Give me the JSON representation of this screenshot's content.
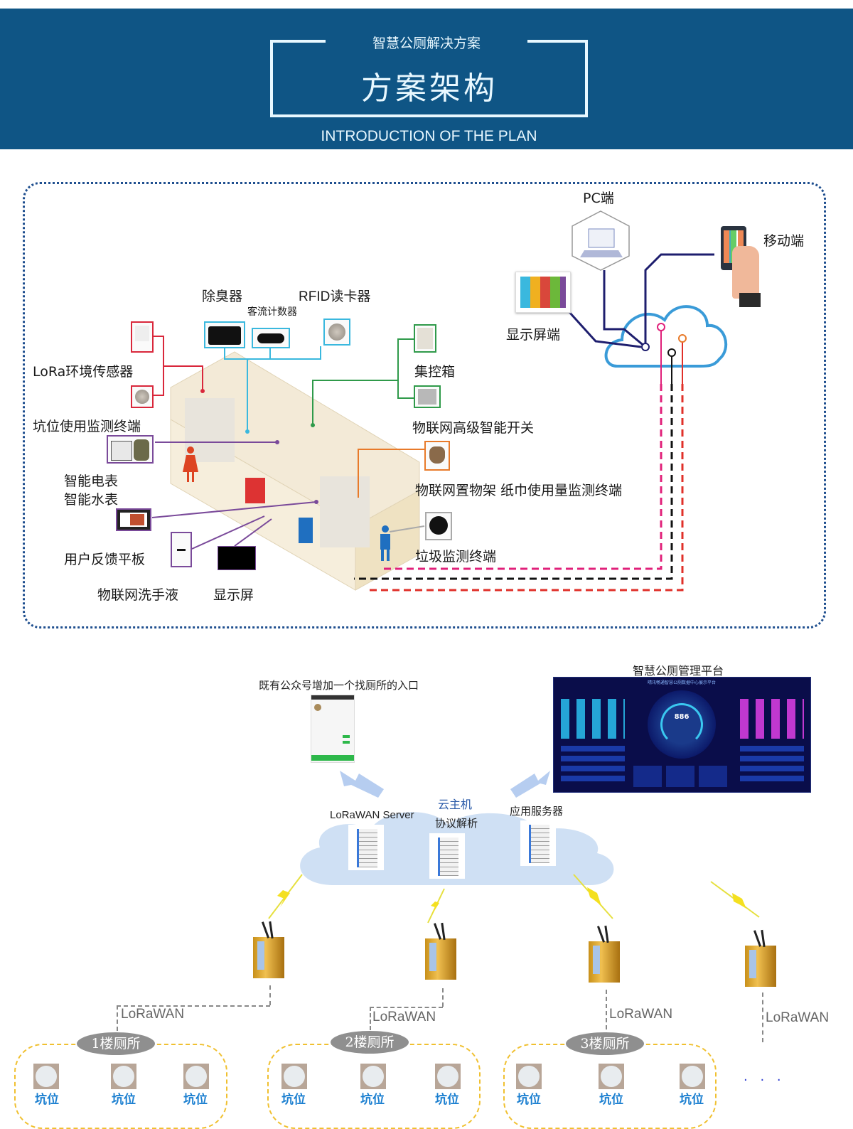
{
  "header": {
    "subtitle": "智慧公厕解决方案",
    "title": "方案架构",
    "english_title": "INTRODUCTION OF THE PLAN",
    "background_color": "#0f5585"
  },
  "architecture": {
    "clients": {
      "pc": "PC端",
      "mobile": "移动端",
      "display": "显示屏端"
    },
    "devices": {
      "deodorizer": "除臭器",
      "rfid_reader": "RFID读卡器",
      "people_counter": "客流计数器",
      "lora_env_sensor": "LoRa环境传感器",
      "seat_monitor": "坑位使用监测终端",
      "control_box": "集控箱",
      "smart_switch": "物联网高级智能开关",
      "smart_meters": [
        "智能电表",
        "智能水表"
      ],
      "shelf_tissue": "物联网置物架 纸巾使用量监测终端",
      "trash_monitor": "垃圾监测终端",
      "feedback_tablet": "用户反馈平板",
      "soap_dispenser": "物联网洗手液",
      "display_screen": "显示屏"
    },
    "line_colors": {
      "lora_env": "#d9273b",
      "counter_group": "#3ab8de",
      "control_group": "#2f9a4a",
      "meters_group": "#7a4a9a",
      "shelf": "#e87a2a",
      "cloud": "#3a9bd8",
      "client_links": "#1e1e6e",
      "dashed_pink": "#e0207a",
      "dashed_black": "#111111",
      "dashed_red": "#e0302a"
    }
  },
  "network": {
    "wechat_entry": "既有公众号增加一个找厕所的入口",
    "platform_title": "智慧公厕管理平台",
    "platform_screen_heading": "晴讯畅通智慧公厕数据中心展示平台",
    "platform_center_value": "886",
    "cloud": {
      "title": "云主机",
      "lorawan_server": "LoRaWAN Server",
      "protocol_parsing": "协议解析",
      "app_server": "应用服务器"
    },
    "link_label": "LoRaWAN",
    "floors": [
      {
        "name": "1楼厕所",
        "seats": [
          "坑位",
          "坑位",
          "坑位"
        ]
      },
      {
        "name": "2楼厕所",
        "seats": [
          "坑位",
          "坑位",
          "坑位"
        ]
      },
      {
        "name": "3楼厕所",
        "seats": [
          "坑位",
          "坑位",
          "坑位"
        ]
      }
    ],
    "more": ". . ."
  }
}
